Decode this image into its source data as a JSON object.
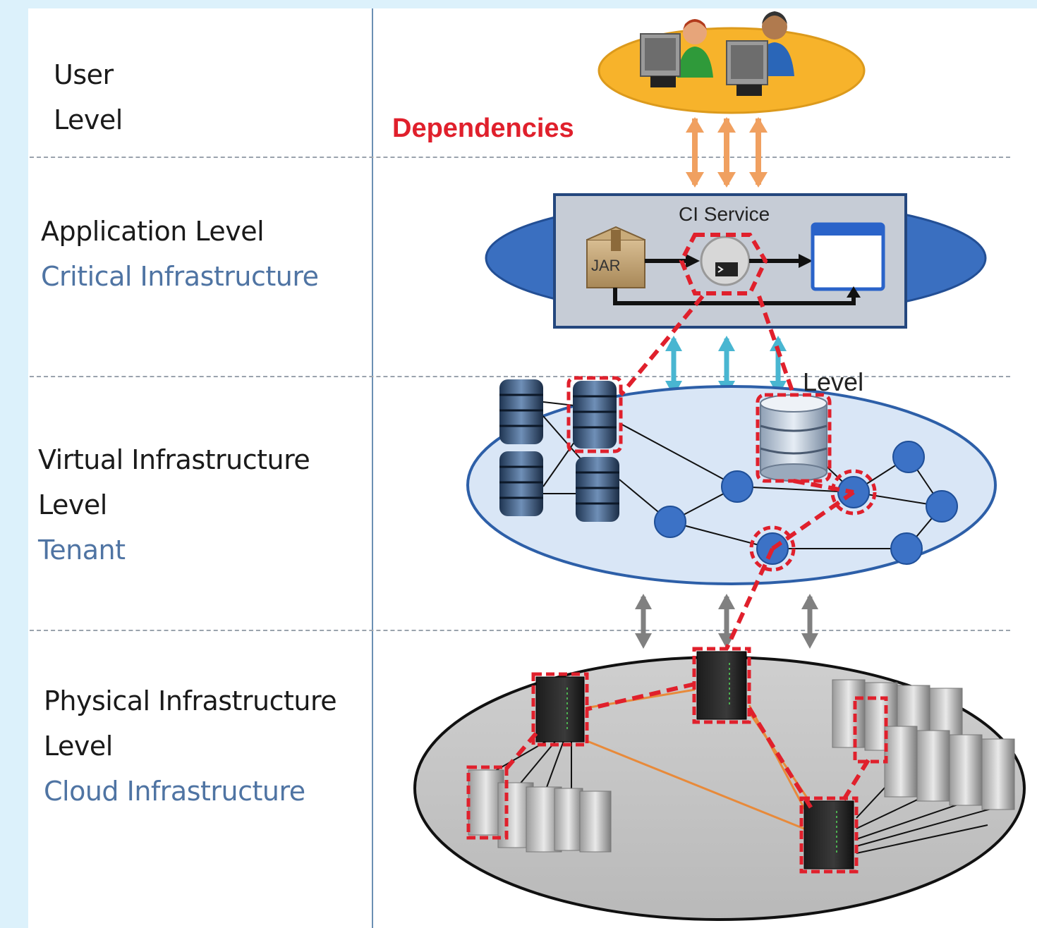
{
  "levels": [
    {
      "lines": [
        "User",
        "Level"
      ],
      "sub": ""
    },
    {
      "lines": [
        "Application Level"
      ],
      "sub": "Critical Infrastructure"
    },
    {
      "lines": [
        "Virtual Infrastructure",
        "Level"
      ],
      "sub": "Tenant"
    },
    {
      "lines": [
        "Physical Infrastructure",
        "Level"
      ],
      "sub": "Cloud Infrastructure"
    }
  ],
  "diagram": {
    "dependencies_label": "Dependencies",
    "ci_service_label": "CI Service",
    "jar_label": "JAR",
    "virtual_level_label": "Level"
  },
  "colors": {
    "dependency_red": "#e0202c",
    "user_ellipse": "#f7b32b",
    "app_ellipse": "#3a6fc0",
    "virtual_ellipse": "#d9e6f6",
    "physical_ellipse": "#c9c9c9",
    "user_arrows": "#f0a060",
    "app_arrows": "#49b6d1",
    "phys_arrows": "#808080",
    "node_blue": "#3c72c6",
    "phys_links": "#e88a3a"
  }
}
